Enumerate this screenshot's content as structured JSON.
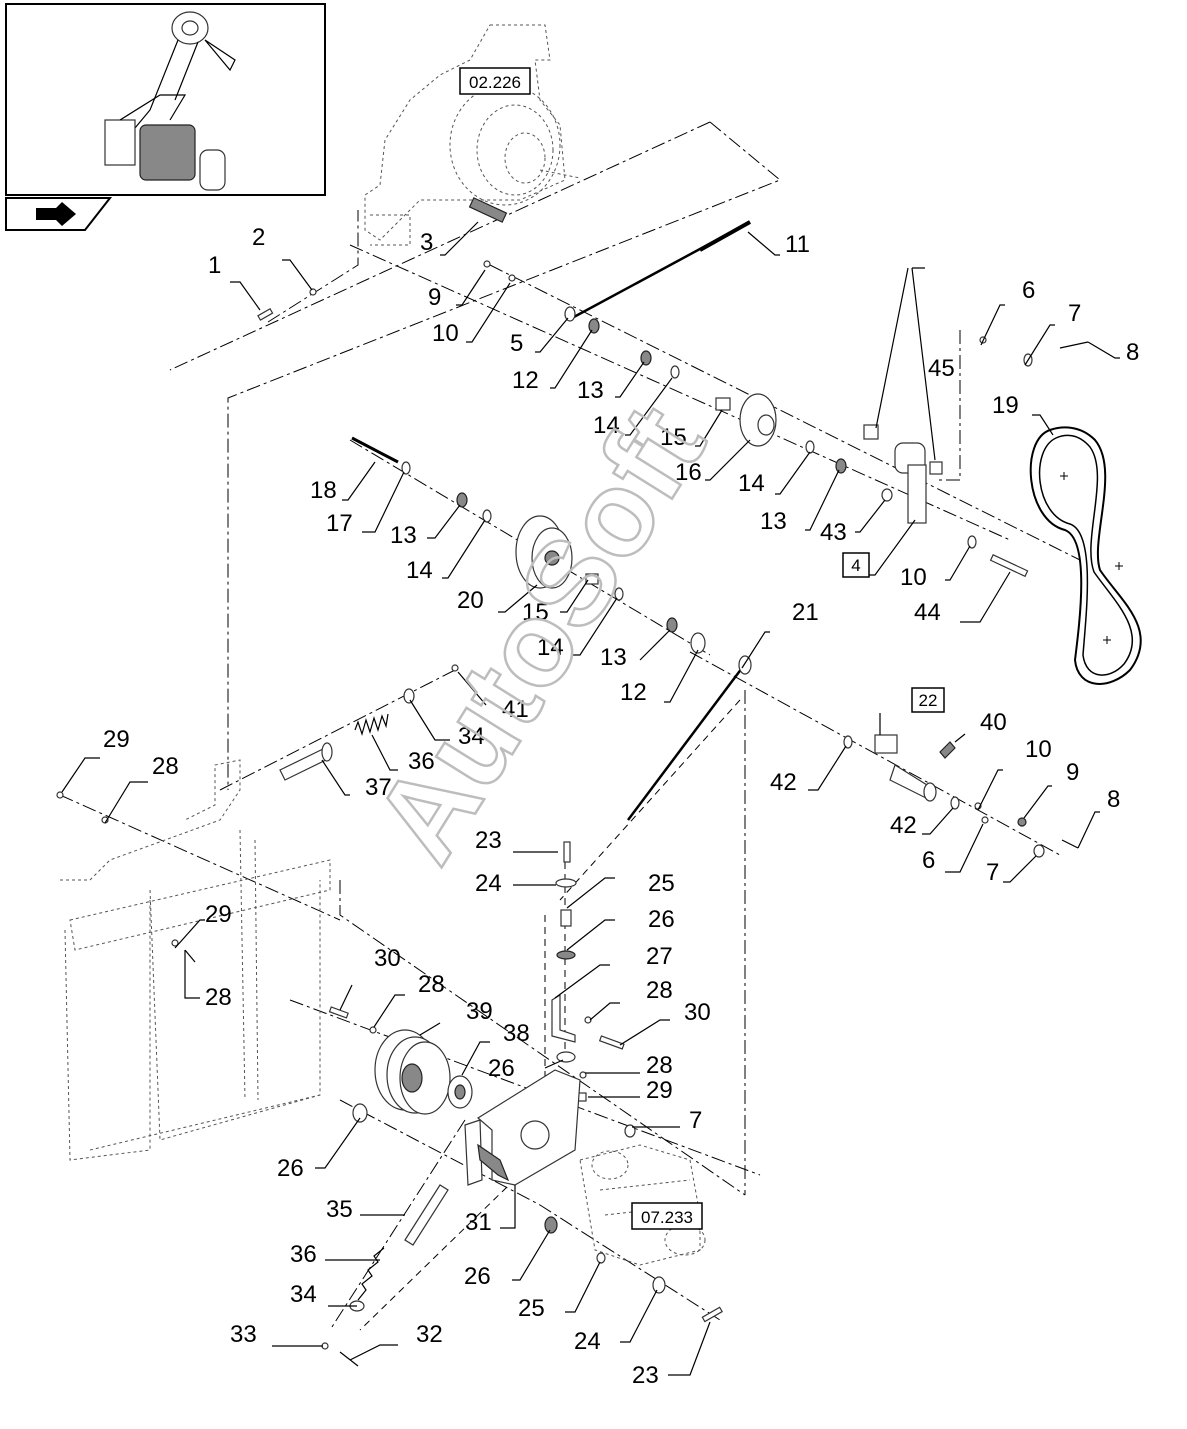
{
  "watermark": "AutoSoft",
  "nav_icon": "back-arrow-icon",
  "references": {
    "engine": "02.226",
    "pump": "07.233",
    "ref_4": "4",
    "ref_22": "22"
  },
  "callouts": {
    "c1": "1",
    "c2": "2",
    "c3": "3",
    "c11": "11",
    "c9a": "9",
    "c10a": "10",
    "c5": "5",
    "c12a": "12",
    "c13a": "13",
    "c14a": "14",
    "c15a": "15",
    "c16": "16",
    "c45": "45",
    "c6a": "6",
    "c7a": "7",
    "c8a": "8",
    "c19": "19",
    "c14b": "14",
    "c13b": "13",
    "c43": "43",
    "c10b": "10",
    "c44": "44",
    "c18": "18",
    "c17": "17",
    "c13c": "13",
    "c14c": "14",
    "c20": "20",
    "c15b": "15",
    "c14d": "14",
    "c13d": "13",
    "c12b": "12",
    "c21": "21",
    "c41": "41",
    "c34a": "34",
    "c36a": "36",
    "c37": "37",
    "c29a": "29",
    "c28a": "28",
    "c23a": "23",
    "c40": "40",
    "c10c": "10",
    "c9b": "9",
    "c8b": "8",
    "c42a": "42",
    "c42b": "42",
    "c6b": "6",
    "c7b": "7",
    "c24a": "24",
    "c25a": "25",
    "c26a": "26",
    "c27": "27",
    "c29b": "29",
    "c28b": "28",
    "c30a": "30",
    "c28c": "28",
    "c39": "39",
    "c28d": "28",
    "c30b": "30",
    "c38": "38",
    "c26b": "26",
    "c28e": "28",
    "c29c": "29",
    "c7c": "7",
    "c26c": "26",
    "c35": "35",
    "c31": "31",
    "c36b": "36",
    "c34b": "34",
    "c33": "33",
    "c32": "32",
    "c26d": "26",
    "c25b": "25",
    "c24b": "24",
    "c23b": "23"
  }
}
